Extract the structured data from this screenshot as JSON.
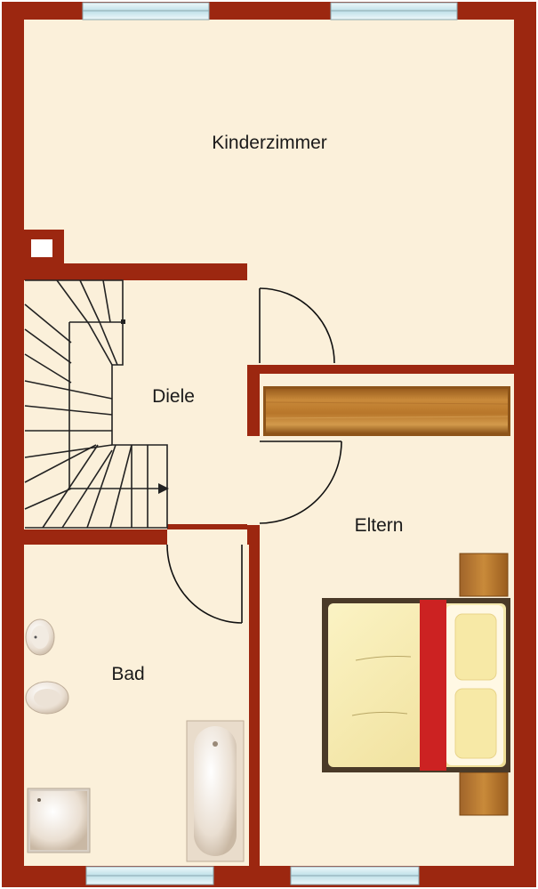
{
  "rooms": {
    "kinderzimmer": "Kinderzimmer",
    "diele": "Diele",
    "eltern": "Eltern",
    "bad": "Bad"
  },
  "colors": {
    "wall": "#9c2710",
    "floor": "#fbf0da",
    "wood": "#b8762a",
    "bed_sheet": "#f4e7a8",
    "bed_band": "#cc2222",
    "window_glass": "#cfe8ee",
    "stair_line": "#222222"
  }
}
